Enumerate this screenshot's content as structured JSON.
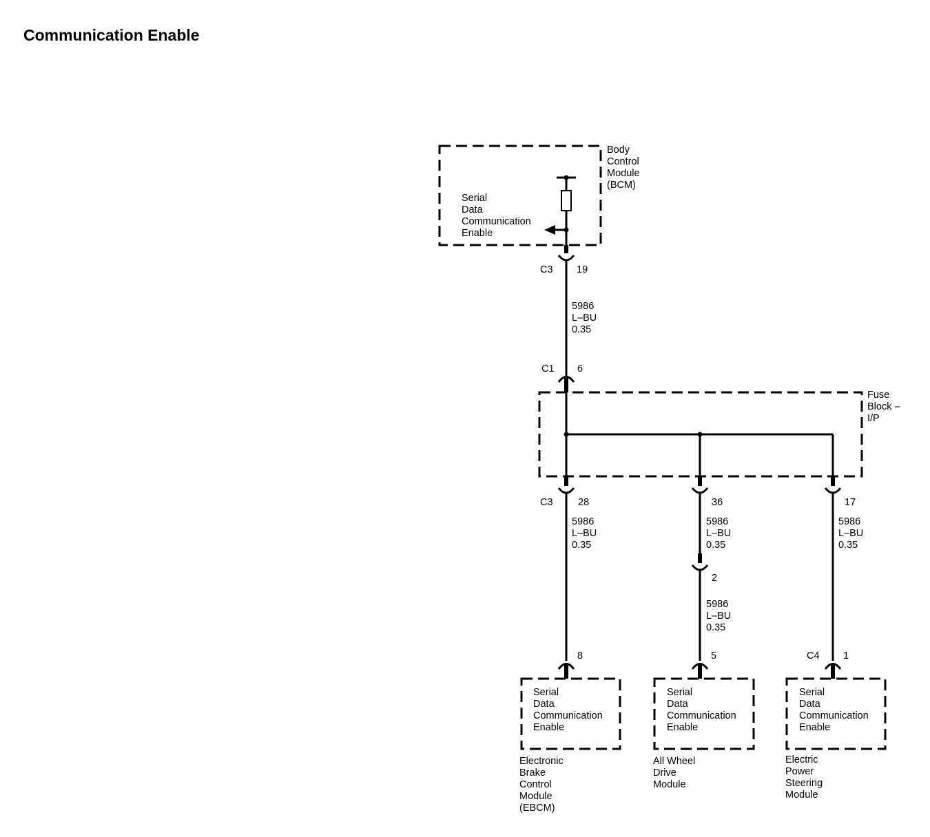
{
  "title": "Communication Enable",
  "modules": {
    "bcm": {
      "name": [
        "Body",
        "Control",
        "Module",
        "(BCM)"
      ],
      "signal": [
        "Serial",
        "Data",
        "Communication",
        "Enable"
      ]
    },
    "fuse_block": {
      "name": [
        "Fuse",
        "Block –",
        "I/P"
      ]
    },
    "ebcm": {
      "name": [
        "Electronic",
        "Brake",
        "Control",
        "Module",
        "(EBCM)"
      ],
      "signal": [
        "Serial",
        "Data",
        "Communication",
        "Enable"
      ]
    },
    "awd": {
      "name": [
        "All Wheel",
        "Drive",
        "Module"
      ],
      "signal": [
        "Serial",
        "Data",
        "Communication",
        "Enable"
      ]
    },
    "eps": {
      "name": [
        "Electric",
        "Power",
        "Steering",
        "Module"
      ],
      "signal": [
        "Serial",
        "Data",
        "Communication",
        "Enable"
      ]
    }
  },
  "connectors": {
    "bcm_out": {
      "connector": "C3",
      "pin": "19"
    },
    "fuse_in": {
      "connector": "C1",
      "pin": "6"
    },
    "fuse_out_ebcm": {
      "connector": "C3",
      "pin": "28"
    },
    "fuse_out_awd": {
      "pin": "36"
    },
    "fuse_out_eps": {
      "pin": "17"
    },
    "inline_awd": {
      "pin": "2"
    },
    "ebcm_in": {
      "pin": "8"
    },
    "awd_in": {
      "pin": "5"
    },
    "eps_in": {
      "connector": "C4",
      "pin": "1"
    }
  },
  "wires": {
    "bcm_to_fuse": {
      "circuit": "5986",
      "color": "L–BU",
      "gauge": "0.35"
    },
    "fuse_to_ebcm": {
      "circuit": "5986",
      "color": "L–BU",
      "gauge": "0.35"
    },
    "fuse_to_inline": {
      "circuit": "5986",
      "color": "L–BU",
      "gauge": "0.35"
    },
    "inline_to_awd": {
      "circuit": "5986",
      "color": "L–BU",
      "gauge": "0.35"
    },
    "fuse_to_eps": {
      "circuit": "5986",
      "color": "L–BU",
      "gauge": "0.35"
    }
  }
}
